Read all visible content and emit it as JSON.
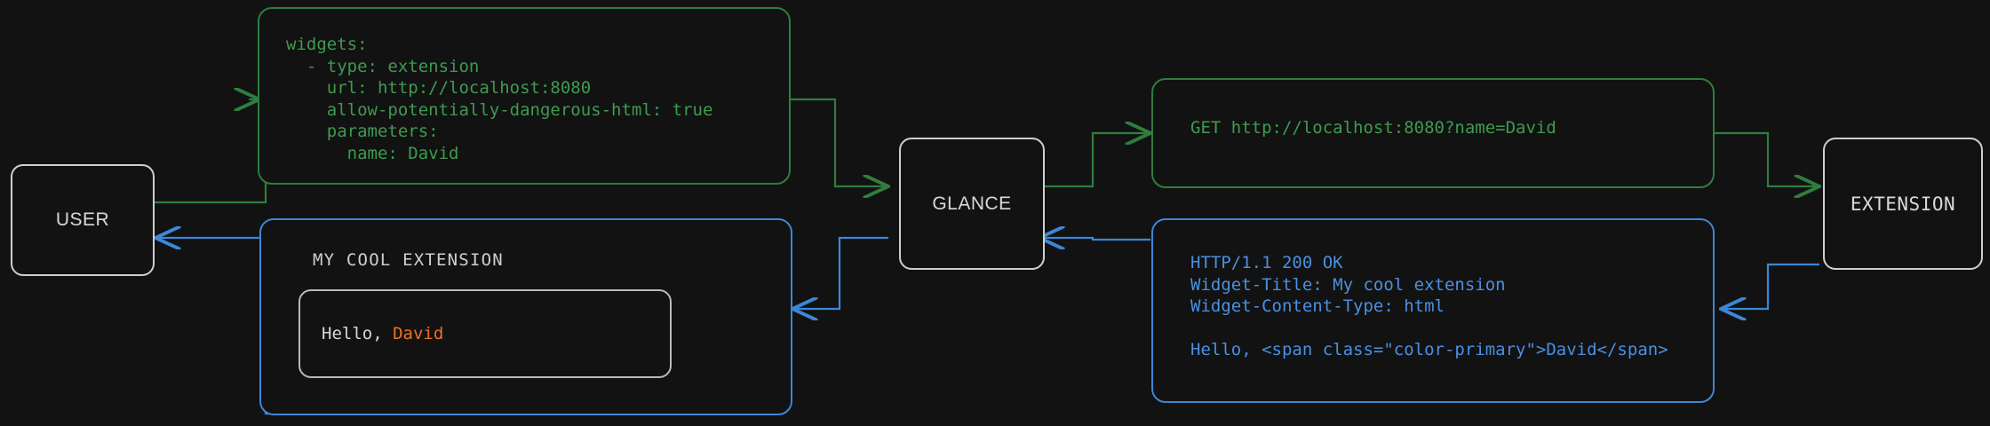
{
  "diagram": {
    "title": "Glance extension widget request/response flow",
    "colors": {
      "background": "#121212",
      "request": "#2f7d3f",
      "response": "#3d87d6",
      "node_border": "#cfcfcf",
      "accent": "#f07022"
    }
  },
  "nodes": {
    "user": "USER",
    "glance": "GLANCE",
    "extension": "EXTENSION"
  },
  "config_panel": {
    "lines": [
      "widgets:",
      "  - type: extension",
      "    url: http://localhost:8080",
      "    allow-potentially-dangerous-html: true",
      "    parameters:",
      "      name: David"
    ]
  },
  "request_panel": {
    "lines": [
      "GET http://localhost:8080?name=David"
    ]
  },
  "response_panel": {
    "lines": [
      "HTTP/1.1 200 OK",
      "Widget-Title: My cool extension",
      "Widget-Content-Type: html",
      "",
      "Hello, <span class=\"color-primary\">David</span>"
    ]
  },
  "rendered_widget": {
    "title": "MY COOL EXTENSION",
    "greeting_prefix": "Hello, ",
    "greeting_name": "David"
  }
}
